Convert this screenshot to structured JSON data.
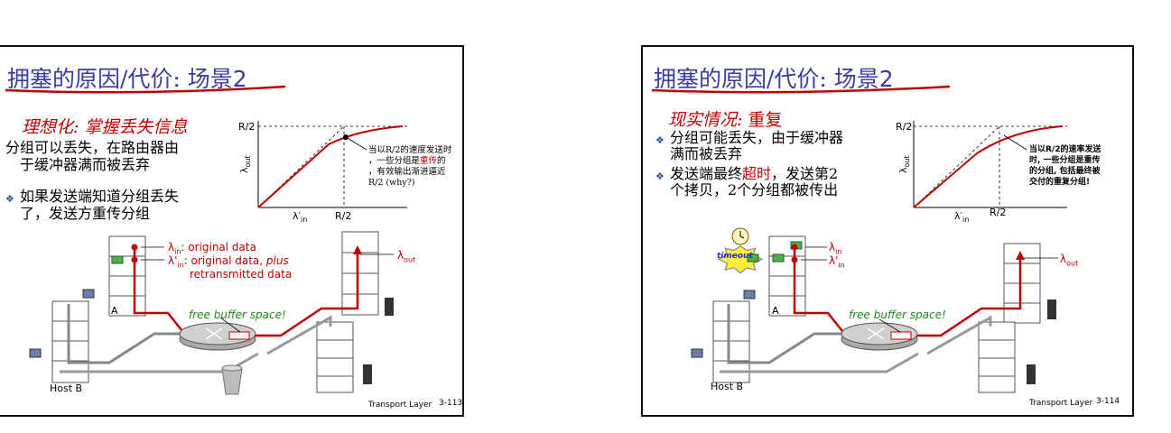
{
  "left": {
    "title_text": "拥塞的原因/代价: 场景",
    "title_num": "2",
    "subtitle": "理想化: 掌握丢失信息",
    "para_line1": "分组可以丢失，在路由器由",
    "para_line2": "于缓冲器满而被丢弃",
    "bullet_line1": "如果发送端知道分组丢失",
    "bullet_line2": "了，发送方重传分组",
    "graph": {
      "y_tick": "R/2",
      "x_tick": "R/2",
      "y_label": "λout",
      "x_label": "λ′in"
    },
    "note": [
      "当以R/2的速度发送时",
      "，一些分组是",
      "重传",
      "的",
      "，有效输出渐进逼近",
      "R/2 (why?)"
    ],
    "lambda_in_desc": ": original data",
    "lambda_in_prime_desc": ": original data, ",
    "plus": "plus",
    "retransmitted": "retransmitted data",
    "lambda_out": "λout",
    "free_buffer": "free buffer space!",
    "label_a": "A",
    "label_host_b": "Host B",
    "footer": "Transport Layer",
    "page": "3-113"
  },
  "right": {
    "title_text": "拥塞的原因/代价: 场景",
    "title_num": "2",
    "subtitle_italic": "现实情况:",
    "subtitle_rest": "重复",
    "b1_line1": "分组可能丢失，由于缓冲器",
    "b1_line2": "满而被丢弃",
    "b2_pre": "发送端最终",
    "b2_red": "超时",
    "b2_post": "，发送第2",
    "b2_line2": "个拷贝，2个分组都被传出",
    "graph": {
      "y_tick": "R/2",
      "x_tick": "R/2",
      "y_label": "λout",
      "x_label": "λ′in"
    },
    "note": [
      "当以R/2的速率发送",
      "时, 一些分组是重传",
      "的分组, 包括最终被",
      "交付的重复分组!"
    ],
    "timeout": "timeout",
    "lambda_out": "λout",
    "free_buffer": "free buffer space!",
    "label_a": "A",
    "label_host_b": "Host B",
    "footer": "Transport Layer",
    "page": "3-114"
  }
}
